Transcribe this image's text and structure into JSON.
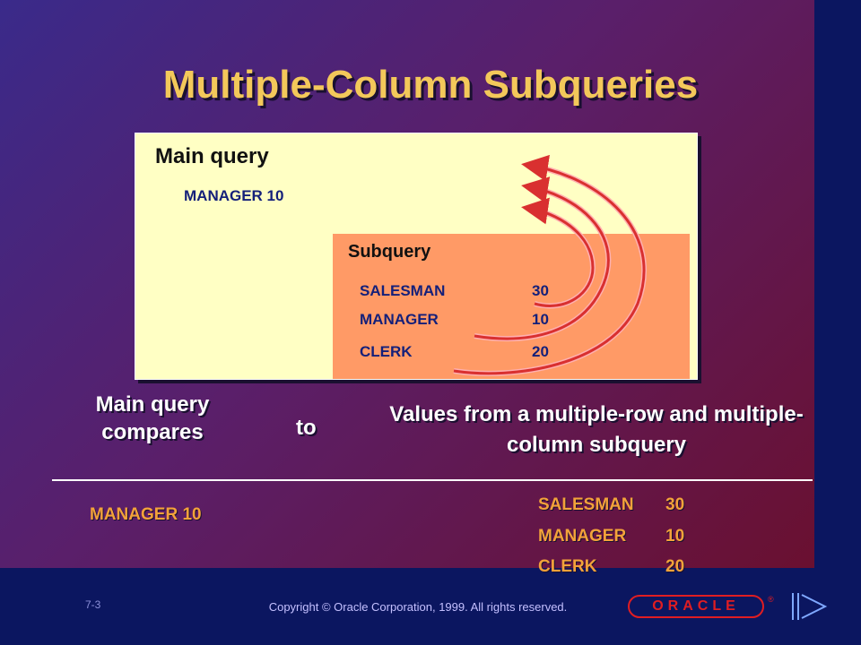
{
  "title": "Multiple-Column Subqueries",
  "main_query": {
    "heading": "Main query",
    "value": "MANAGER 10"
  },
  "subquery": {
    "heading": "Subquery",
    "rows": [
      {
        "job": "SALESMAN",
        "dept": "30"
      },
      {
        "job": "MANAGER",
        "dept": "10"
      },
      {
        "job": "CLERK",
        "dept": "20"
      }
    ]
  },
  "comparison": {
    "left_label": "Main query compares",
    "connector": "to",
    "right_label": "Values from a multiple-row and multiple-column subquery"
  },
  "results": {
    "left_value": "MANAGER 10",
    "rows": [
      {
        "job": "SALESMAN",
        "dept": "30"
      },
      {
        "job": "MANAGER",
        "dept": "10"
      },
      {
        "job": "CLERK",
        "dept": "20"
      }
    ]
  },
  "footer": {
    "page": "7-3",
    "copyright": "Copyright © Oracle Corporation, 1999. All rights reserved.",
    "logo_text": "ORACLE",
    "logo_mark": "®"
  },
  "colors": {
    "title": "#f3c85a",
    "panel": "#ffffc4",
    "subpanel": "#ff9a66",
    "result_text": "#f3a23a",
    "arc": "#d93030"
  }
}
